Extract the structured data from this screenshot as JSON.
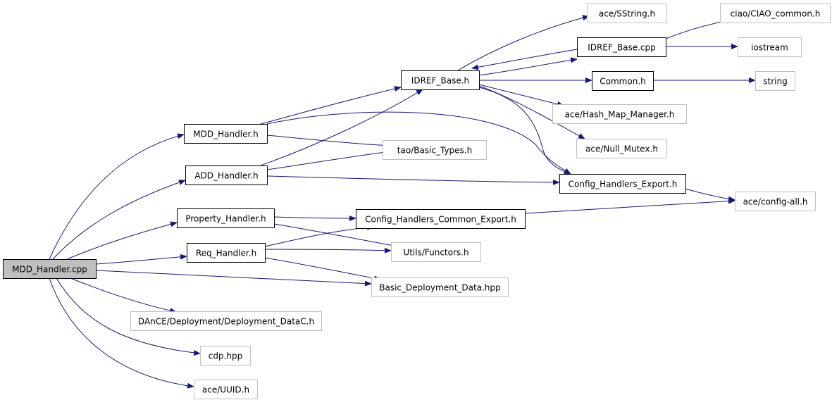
{
  "graph": {
    "root": "MDD_Handler.cpp",
    "nodes": [
      {
        "id": "mdd_cpp",
        "label": "MDD_Handler.cpp",
        "style": "root"
      },
      {
        "id": "mdd_h",
        "label": "MDD_Handler.h",
        "style": "solid"
      },
      {
        "id": "add_h",
        "label": "ADD_Handler.h",
        "style": "solid"
      },
      {
        "id": "prop_h",
        "label": "Property_Handler.h",
        "style": "solid"
      },
      {
        "id": "req_h",
        "label": "Req_Handler.h",
        "style": "solid"
      },
      {
        "id": "dance",
        "label": "DAnCE/Deployment/Deployment_DataC.h",
        "style": "gray"
      },
      {
        "id": "cdp",
        "label": "cdp.hpp",
        "style": "gray"
      },
      {
        "id": "uuid",
        "label": "ace/UUID.h",
        "style": "gray"
      },
      {
        "id": "idref_h",
        "label": "IDREF_Base.h",
        "style": "solid"
      },
      {
        "id": "basic_types",
        "label": "tao/Basic_Types.h",
        "style": "gray"
      },
      {
        "id": "cfg_export",
        "label": "Config_Handlers_Export.h",
        "style": "solid"
      },
      {
        "id": "cfg_common",
        "label": "Config_Handlers_Common_Export.h",
        "style": "solid"
      },
      {
        "id": "functors",
        "label": "Utils/Functors.h",
        "style": "gray"
      },
      {
        "id": "bdd",
        "label": "Basic_Deployment_Data.hpp",
        "style": "gray"
      },
      {
        "id": "sstring",
        "label": "ace/SString.h",
        "style": "gray"
      },
      {
        "id": "idref_cpp",
        "label": "IDREF_Base.cpp",
        "style": "solid"
      },
      {
        "id": "common_h",
        "label": "Common.h",
        "style": "solid"
      },
      {
        "id": "hashmap",
        "label": "ace/Hash_Map_Manager.h",
        "style": "gray"
      },
      {
        "id": "nullmutex",
        "label": "ace/Null_Mutex.h",
        "style": "gray"
      },
      {
        "id": "ciao",
        "label": "ciao/CIAO_common.h",
        "style": "gray"
      },
      {
        "id": "iostream",
        "label": "iostream",
        "style": "gray"
      },
      {
        "id": "string",
        "label": "string",
        "style": "gray"
      },
      {
        "id": "config_all",
        "label": "ace/config-all.h",
        "style": "gray"
      }
    ],
    "edges": [
      {
        "from": "mdd_cpp",
        "to": "mdd_h"
      },
      {
        "from": "mdd_cpp",
        "to": "add_h"
      },
      {
        "from": "mdd_cpp",
        "to": "prop_h"
      },
      {
        "from": "mdd_cpp",
        "to": "req_h"
      },
      {
        "from": "mdd_cpp",
        "to": "bdd"
      },
      {
        "from": "mdd_cpp",
        "to": "dance"
      },
      {
        "from": "mdd_cpp",
        "to": "cdp"
      },
      {
        "from": "mdd_cpp",
        "to": "uuid"
      },
      {
        "from": "mdd_h",
        "to": "idref_h"
      },
      {
        "from": "mdd_h",
        "to": "cfg_export"
      },
      {
        "from": "mdd_h",
        "to": "basic_types"
      },
      {
        "from": "add_h",
        "to": "idref_h"
      },
      {
        "from": "add_h",
        "to": "basic_types"
      },
      {
        "from": "add_h",
        "to": "cfg_export"
      },
      {
        "from": "prop_h",
        "to": "cfg_common"
      },
      {
        "from": "prop_h",
        "to": "functors"
      },
      {
        "from": "req_h",
        "to": "cfg_common"
      },
      {
        "from": "req_h",
        "to": "functors"
      },
      {
        "from": "req_h",
        "to": "bdd"
      },
      {
        "from": "idref_h",
        "to": "sstring"
      },
      {
        "from": "idref_h",
        "to": "idref_cpp"
      },
      {
        "from": "idref_cpp",
        "to": "idref_h"
      },
      {
        "from": "idref_h",
        "to": "common_h"
      },
      {
        "from": "idref_h",
        "to": "hashmap"
      },
      {
        "from": "idref_h",
        "to": "nullmutex"
      },
      {
        "from": "idref_h",
        "to": "cfg_export"
      },
      {
        "from": "idref_cpp",
        "to": "ciao"
      },
      {
        "from": "idref_cpp",
        "to": "iostream"
      },
      {
        "from": "common_h",
        "to": "string"
      },
      {
        "from": "cfg_export",
        "to": "config_all"
      },
      {
        "from": "cfg_common",
        "to": "config_all"
      }
    ]
  }
}
